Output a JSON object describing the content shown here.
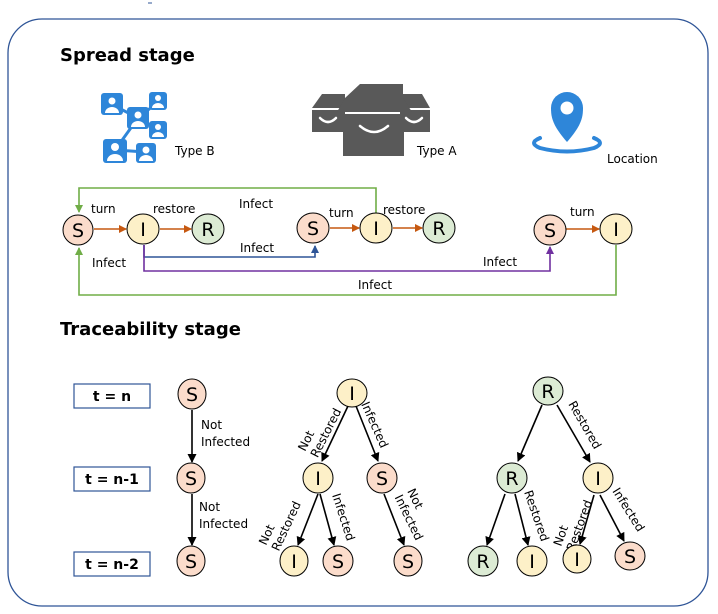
{
  "spread": {
    "title": "Spread stage",
    "type_b_label": "Type B",
    "type_a_label": "Type A",
    "location_label": "Location",
    "turn_label": "turn",
    "restore_label": "restore",
    "infect_label": "Infect",
    "s": "S",
    "i": "I",
    "r": "R"
  },
  "trace": {
    "title": "Traceability stage",
    "t_n": "t = n",
    "t_n1": "t = n-1",
    "t_n2": "t = n-2",
    "not_infected_1": "Not",
    "not_infected_2": "Infected",
    "not_restored_1": "Not",
    "not_restored_2": "Restored",
    "infected": "Infected",
    "restored": "Restored"
  },
  "colors": {
    "s_fill": "#fbdccb",
    "i_fill": "#fdf0c8",
    "r_fill": "#dcebd4",
    "turn_arrow": "#c65911",
    "green_arrow": "#70ad47",
    "blue_arrow": "#2f5597",
    "purple_arrow": "#7030a0",
    "icon_blue": "#2e86d9",
    "icon_gray": "#595959"
  }
}
